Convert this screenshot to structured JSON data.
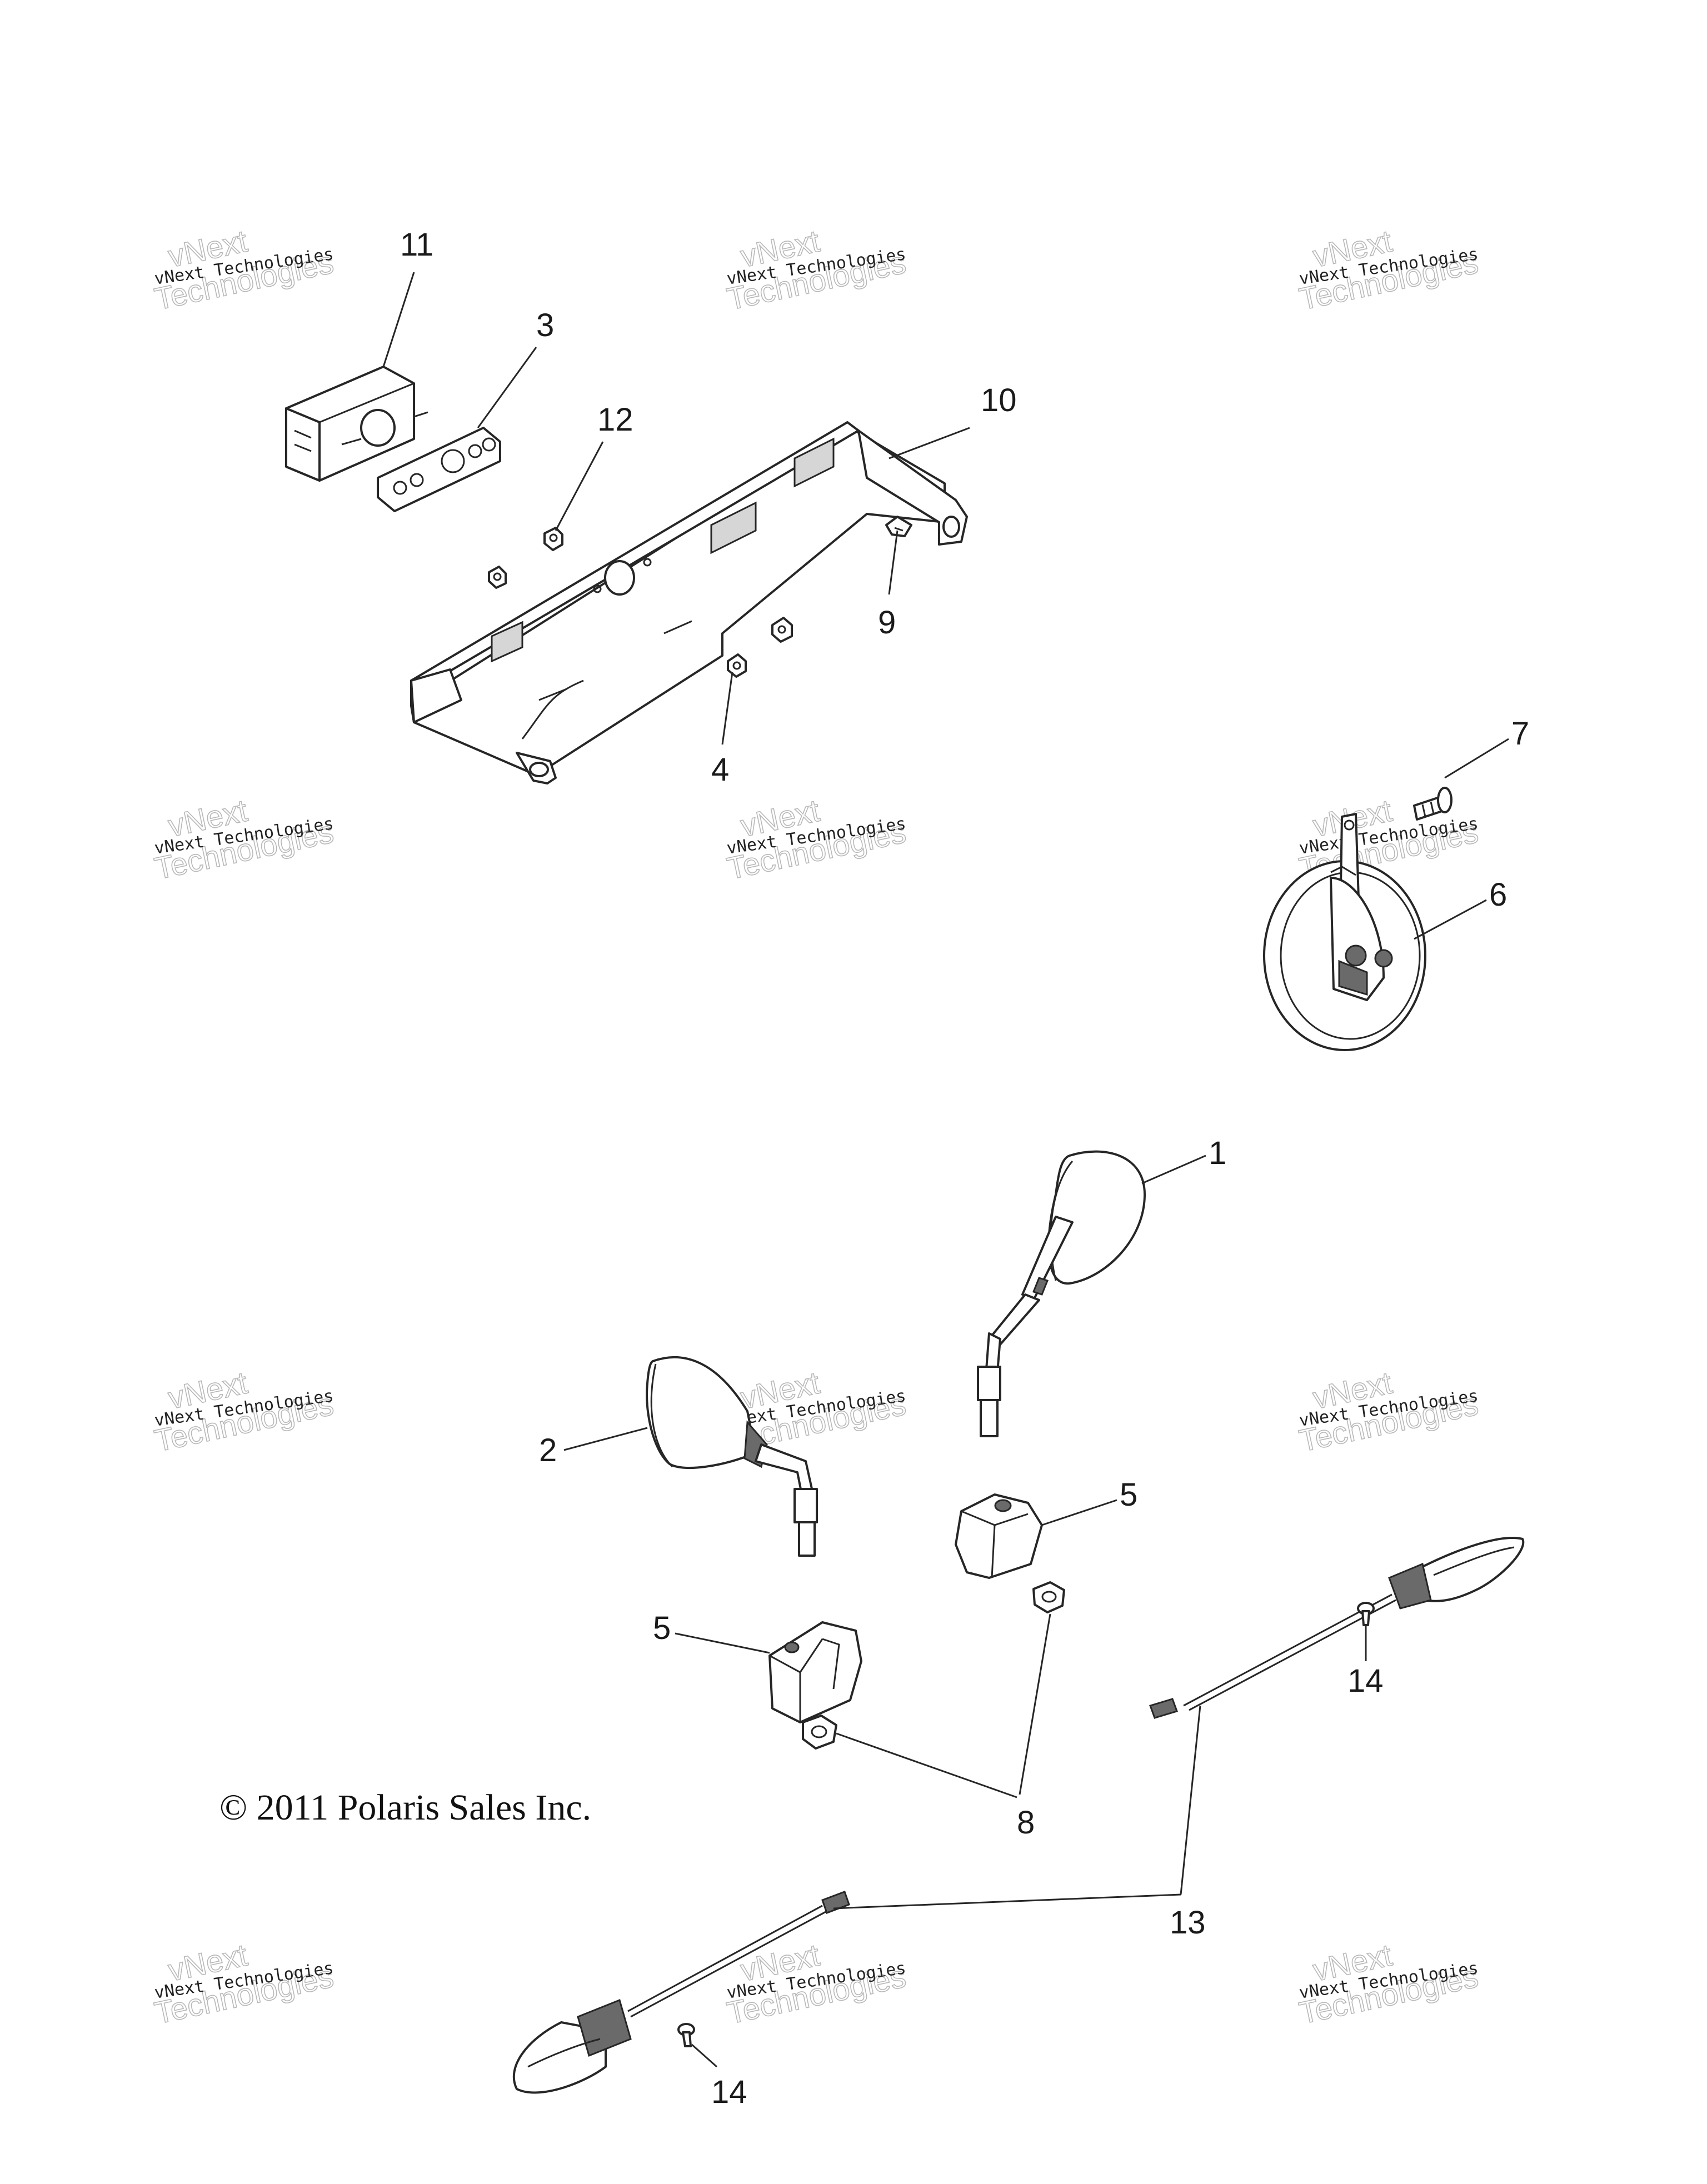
{
  "copyright": "© 2011 Polaris Sales Inc.",
  "watermark": {
    "line1": "vNext Technologies",
    "line2a": "vNext",
    "line2b": "Technologies"
  },
  "callouts": {
    "c1": "1",
    "c2": "2",
    "c3": "3",
    "c4": "4",
    "c5a": "5",
    "c5b": "5",
    "c6": "6",
    "c7": "7",
    "c8": "8",
    "c9": "9",
    "c10": "10",
    "c11": "11",
    "c12": "12",
    "c13": "13",
    "c14a": "14",
    "c14b": "14"
  }
}
